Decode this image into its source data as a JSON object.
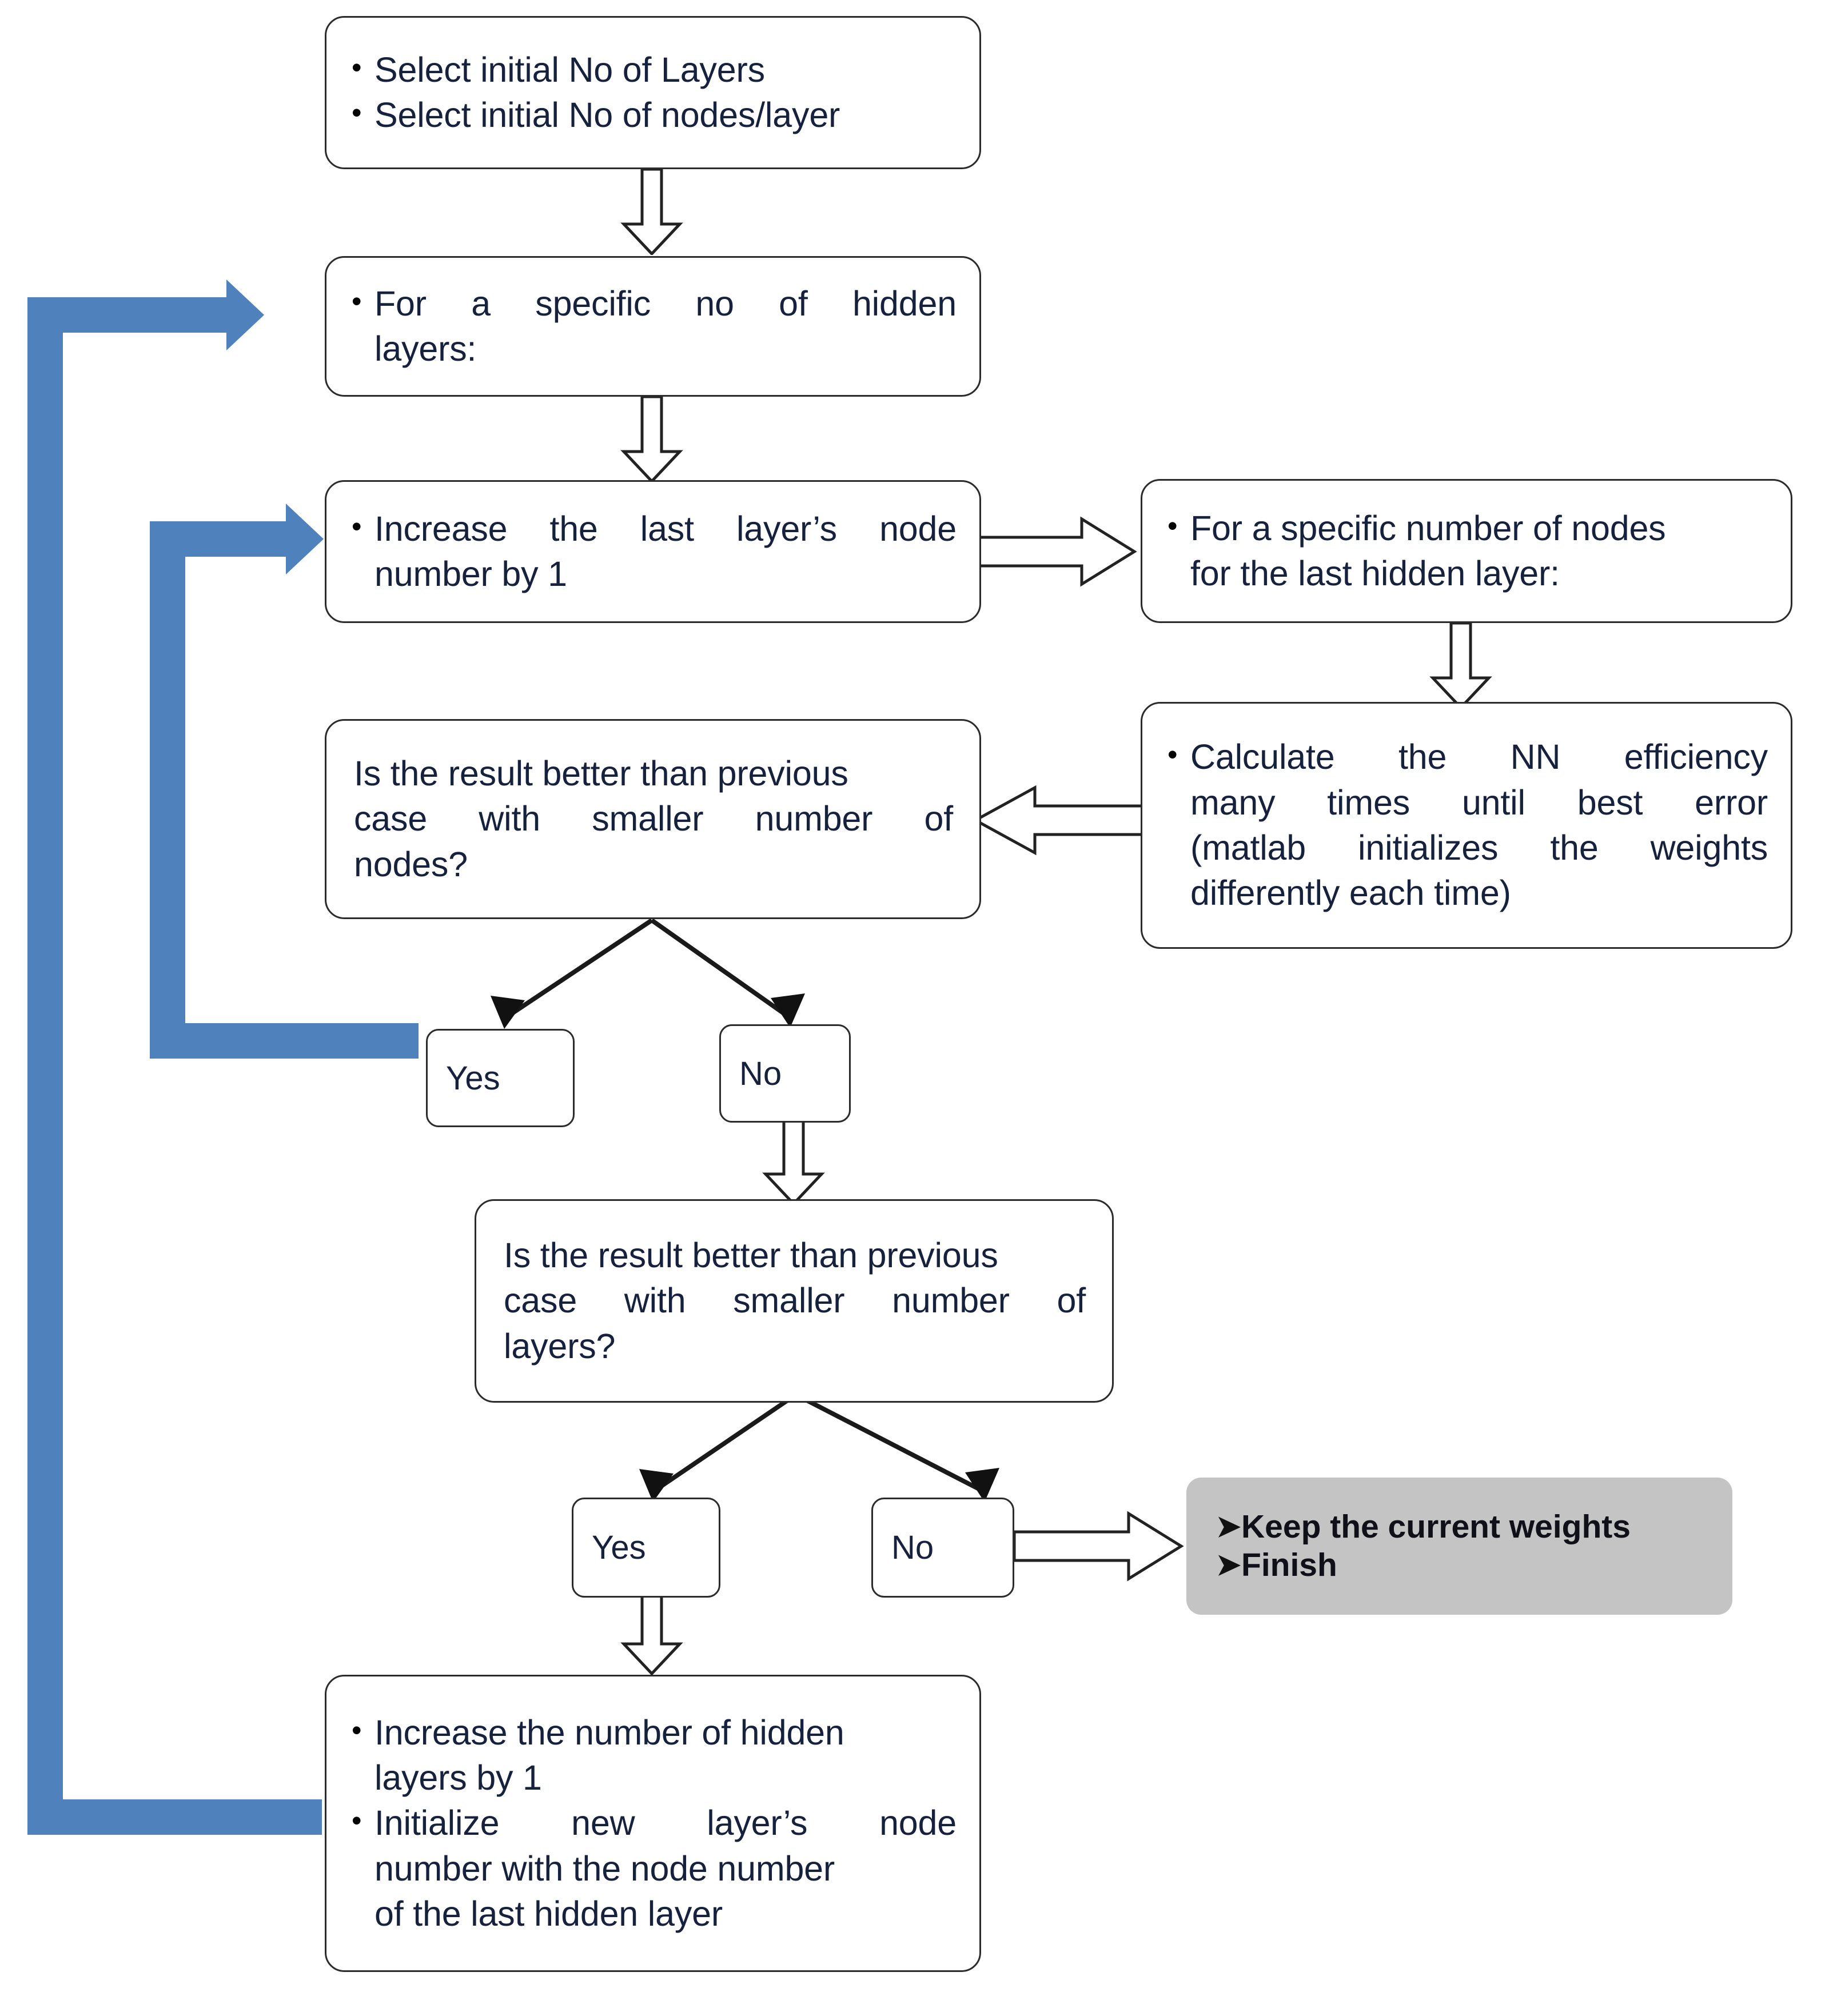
{
  "diagram": {
    "title": "Neural network architecture search flowchart",
    "accent_blue": "#4F81BD",
    "terminal_gray": "#C4C4C4",
    "text_color": "#16213E"
  },
  "nodes": {
    "start": {
      "name": "initial-selection",
      "bullets": [
        "Select initial No of Layers",
        "Select initial No of nodes/layer"
      ],
      "line1": "Select initial No of Layers",
      "line2": "Select initial No of nodes/layer"
    },
    "hidden_layers_loop": {
      "name": "for-specific-hidden-layers",
      "text": "For a specific no of hidden layers:",
      "w1a": "For",
      "w1b": "a",
      "w1c": "specific",
      "w1d": "no",
      "w1e": "of",
      "w1f": "hidden",
      "line2": "layers:"
    },
    "increase_nodes": {
      "name": "increase-last-layer-node",
      "text": "Increase the last layer’s node number by 1",
      "w1a": "Increase",
      "w1b": "the",
      "w1c": "last",
      "w1d": "layer’s",
      "w1e": "node",
      "line2": "number by 1"
    },
    "nodes_loop": {
      "name": "for-specific-number-of-nodes",
      "line1": "For a specific number of nodes",
      "line2": "for the last hidden layer:"
    },
    "calculate": {
      "name": "calculate-nn-efficiency",
      "text": "Calculate the NN efficiency many times until best error (matlab initializes the weights differently each time)",
      "w1a": "Calculate",
      "w1b": "the",
      "w1c": "NN",
      "w1d": "efficiency",
      "w2a": "many",
      "w2b": "times",
      "w2c": "until",
      "w2d": "best",
      "w2e": "error",
      "w3a": "(matlab",
      "w3b": "initializes",
      "w3c": "the",
      "w3d": "weights",
      "line4": "differently each time)"
    },
    "decision_nodes": {
      "name": "decision-better-than-smaller-nodes",
      "text": "Is the result better than previous case with smaller number of nodes?",
      "line1": "Is the result better than previous",
      "w2a": "case",
      "w2b": "with",
      "w2c": "smaller",
      "w2d": "number",
      "w2e": "of",
      "line3": "nodes?"
    },
    "decision_layers": {
      "name": "decision-better-than-smaller-layers",
      "text": "Is the result better than previous case with smaller number of layers?",
      "line1": "Is the result better than previous",
      "w2a": "case",
      "w2b": "with",
      "w2c": "smaller",
      "w2d": "number",
      "w2e": "of",
      "line3": "layers?"
    },
    "increase_layers": {
      "name": "increase-hidden-layers",
      "b1_line1": "Increase the number of hidden",
      "b1_line2": "layers by 1",
      "b2_w1a": "Initialize",
      "b2_w1b": "new",
      "b2_w1c": "layer’s",
      "b2_w1d": "node",
      "b2_line2": "number with the node number",
      "b2_line3": "of the last hidden layer",
      "bullet1": "Increase the number of hidden layers by 1",
      "bullet2": "Initialize new layer’s node number with the node number of the last hidden layer"
    },
    "finish": {
      "name": "finish-terminal",
      "items": [
        "Keep the current weights",
        "Finish"
      ],
      "item1": "Keep the current weights",
      "item2": "Finish",
      "arrow_glyph": "➤"
    }
  },
  "branch_labels": {
    "nodes_yes": "Yes",
    "nodes_no": "No",
    "layers_yes": "Yes",
    "layers_no": "No"
  },
  "bullet_glyph": "●"
}
